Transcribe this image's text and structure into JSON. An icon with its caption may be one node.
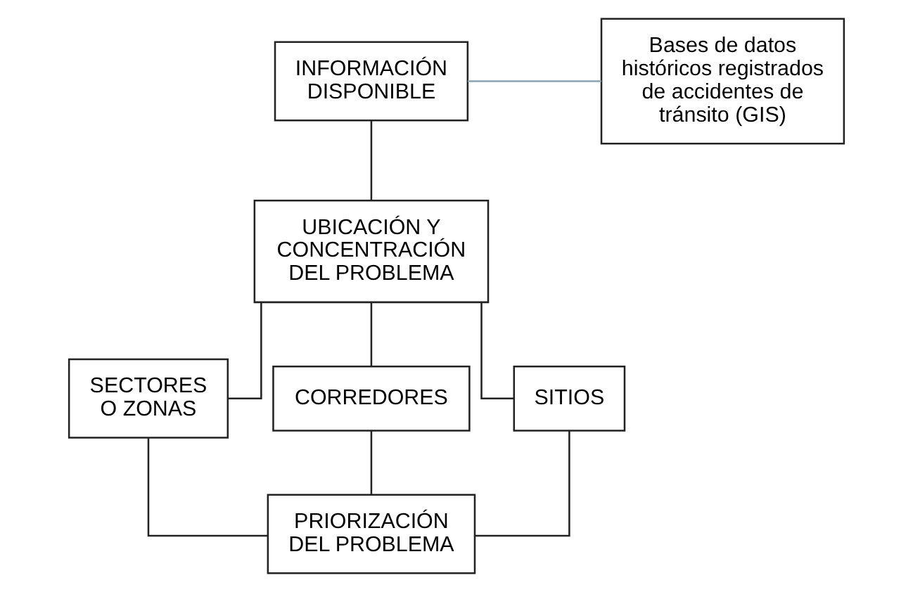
{
  "diagram": {
    "nodes": [
      {
        "text": [
          "INFORMACIÓN DISPONIBLE"
        ]
      },
      {
        "text": [
          "Bases de datos históricos registrados de accidentes de tránsito (GIS)"
        ]
      },
      {
        "text": [
          "UBICACIÓN Y CONCENTRACIÓN DEL PROBLEMA"
        ]
      },
      {
        "text": [
          "SECTORES O ZONAS"
        ]
      },
      {
        "text": [
          "CORREDORES"
        ]
      },
      {
        "text": [
          "SITIOS"
        ]
      },
      {
        "text": [
          "PRIORIZACIÓN DEL PROBLEMA"
        ]
      }
    ],
    "edges": [
      {
        "from": 0,
        "to": 1,
        "arrow": "none",
        "color": "#8aa4b4"
      },
      {
        "from": 0,
        "to": 2,
        "arrow": "none"
      },
      {
        "from": 2,
        "to": 3,
        "arrow": "none"
      },
      {
        "from": 2,
        "to": 4,
        "arrow": "none"
      },
      {
        "from": 2,
        "to": 5,
        "arrow": "none"
      },
      {
        "from": 3,
        "to": 6,
        "arrow": "none"
      },
      {
        "from": 4,
        "to": 6,
        "arrow": "none"
      },
      {
        "from": 5,
        "to": 6,
        "arrow": "none"
      }
    ]
  }
}
